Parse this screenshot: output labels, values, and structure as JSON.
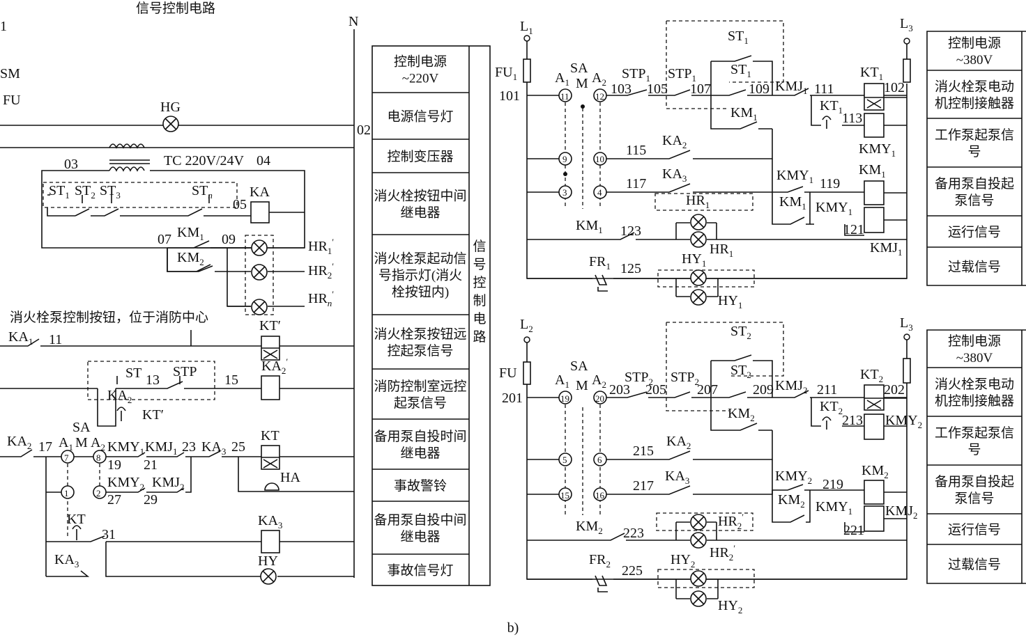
{
  "left": {
    "title": "信号控制电路",
    "edge_marks": [
      "1",
      "SM",
      "FU"
    ],
    "neutral": "N",
    "wires": {
      "n02": "02",
      "n03": "03",
      "n04": "04",
      "n05": "05",
      "n07": "07",
      "n09": "09",
      "n11": "11",
      "n13": "13",
      "n15": "15",
      "n17": "17",
      "n19": "19",
      "n21": "21",
      "n23": "23",
      "n25": "25",
      "n27": "27",
      "n29": "29",
      "n31": "31"
    },
    "hg": "HG",
    "tc": "TC 220V/24V",
    "ka": "KA",
    "st1": "ST",
    "st2": "ST",
    "st3": "ST",
    "stn": "ST",
    "km1": "KM",
    "km2": "KM",
    "hr1": "HR",
    "hr2": "HR",
    "hrn": "HR",
    "note": "消火栓泵控制按钮，位于消防中心",
    "ka1": "KA",
    "ktp": "KT′",
    "st": "ST",
    "stp": "STP",
    "ka2c": "KA",
    "ka2p": "KA",
    "ktp2": "KT′",
    "sa": "SA",
    "a1": "A",
    "m": "M",
    "a2": "A",
    "ka2in": "KA",
    "kmy1": "KMY",
    "kmj1": "KMJ",
    "ka3c": "KA",
    "kmy2": "KMY",
    "kmj2": "KMJ",
    "kt": "KT",
    "ha": "HA",
    "kt2": "KT",
    "ka3": "KA",
    "ka3b": "KA",
    "hy": "HY",
    "n7": "7",
    "n8": "8",
    "n1": "1",
    "n2": "2"
  },
  "table_mid": {
    "rows": [
      "控制电源~220V",
      "电源信号灯",
      "控制变压器",
      "消火栓按钮中间继电器",
      "消火栓泵起动信号指示灯(消火栓按钮内)",
      "消火栓泵按钮远控起泵信号",
      "消防控制室远控起泵信号",
      "备用泵自投时间继电器",
      "事故警铃",
      "备用泵自投中间继电器",
      "事故信号灯"
    ],
    "side": "信号控制电路"
  },
  "top": {
    "l1": "L",
    "l3": "L",
    "fu1": "FU",
    "w101": "101",
    "w102": "102",
    "sa": "SA",
    "a1": "A",
    "m": "M",
    "a2": "A",
    "stp1a": "STP",
    "stp1b": "STP",
    "w103": "103",
    "w105": "105",
    "w107": "107",
    "w109": "109",
    "w111": "111",
    "w113": "113",
    "st1a": "ST",
    "st1b": "ST",
    "km1": "KM",
    "kmj1": "KMJ",
    "kt1": "KT",
    "kt1c": "KT",
    "kmy1": "KMY",
    "w115": "115",
    "ka2": "KA",
    "w117": "117",
    "ka3": "KA",
    "kmy1c": "KMY",
    "w119": "119",
    "km1c": "KM",
    "km1b": "KM",
    "kmy1b": "KMY",
    "w121": "121",
    "hr1a": "HR",
    "hr1b": "HR",
    "km1d": "KM",
    "w123": "123",
    "kmj1b": "KMJ",
    "fr1": "FR",
    "w125": "125",
    "hy1a": "HY",
    "hy1b": "HY",
    "c11": "11",
    "c12": "12",
    "c9": "9",
    "c10": "10",
    "c3": "3",
    "c4": "4"
  },
  "bottom": {
    "l2": "L",
    "l3": "L",
    "fu": "FU",
    "w201": "201",
    "w202": "202",
    "sa": "SA",
    "a1": "A",
    "m": "M",
    "a2": "A",
    "stp2a": "STP",
    "stp2b": "STP",
    "w203": "203",
    "w205": "205",
    "w207": "207",
    "w209": "209",
    "w211": "211",
    "w213": "213",
    "st2a": "ST",
    "st2b": "ST",
    "km2": "KM",
    "kmj2": "KMJ",
    "kt2": "KT",
    "kt2c": "KT",
    "kmy2": "KMY",
    "w215": "215",
    "ka2": "KA",
    "w217": "217",
    "ka3": "KA",
    "kmy2c": "KMY",
    "w219": "219",
    "km2c": "KM",
    "km2b": "KM",
    "kmy1b": "KMY",
    "w221": "221",
    "kmj2b": "KMJ",
    "hr2a": "HR",
    "hr2b": "HR",
    "km2d": "KM",
    "w223": "223",
    "fr2": "FR",
    "w225": "225",
    "hy2a": "HY",
    "hy2b": "HY",
    "c19": "19",
    "c20": "20",
    "c5": "5",
    "c6": "6",
    "c15": "15",
    "c16": "16"
  },
  "table_right_top": [
    "控制电源~380V",
    "消火栓泵电动机控制接触器",
    "工作泵起泵信号",
    "备用泵自投起泵信号",
    "运行信号",
    "过载信号"
  ],
  "table_right_bottom": [
    "控制电源~380V",
    "消火栓泵电动机控制接触器",
    "工作泵起泵信号",
    "备用泵自投起泵信号",
    "运行信号",
    "过载信号"
  ],
  "caption": "b)"
}
